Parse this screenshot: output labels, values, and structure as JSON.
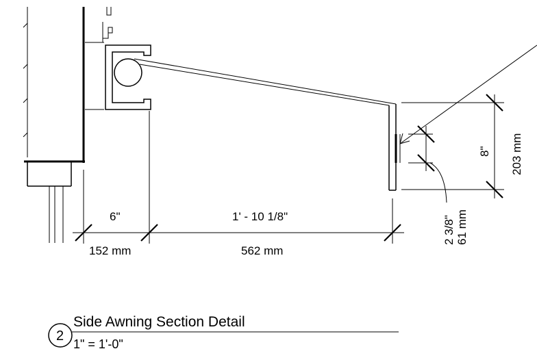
{
  "dimensions": {
    "left_width_imperial": "6\"",
    "left_width_metric": "152 mm",
    "main_width_imperial": "1' - 10 1/8\"",
    "main_width_metric": "562 mm",
    "height_imperial": "8\"",
    "height_metric": "203 mm",
    "flange_imperial": "2 3/8\"",
    "flange_metric": "61 mm"
  },
  "title_block": {
    "detail_number": "2",
    "title": "Side Awning Section Detail",
    "scale": "1\" = 1'-0\""
  }
}
